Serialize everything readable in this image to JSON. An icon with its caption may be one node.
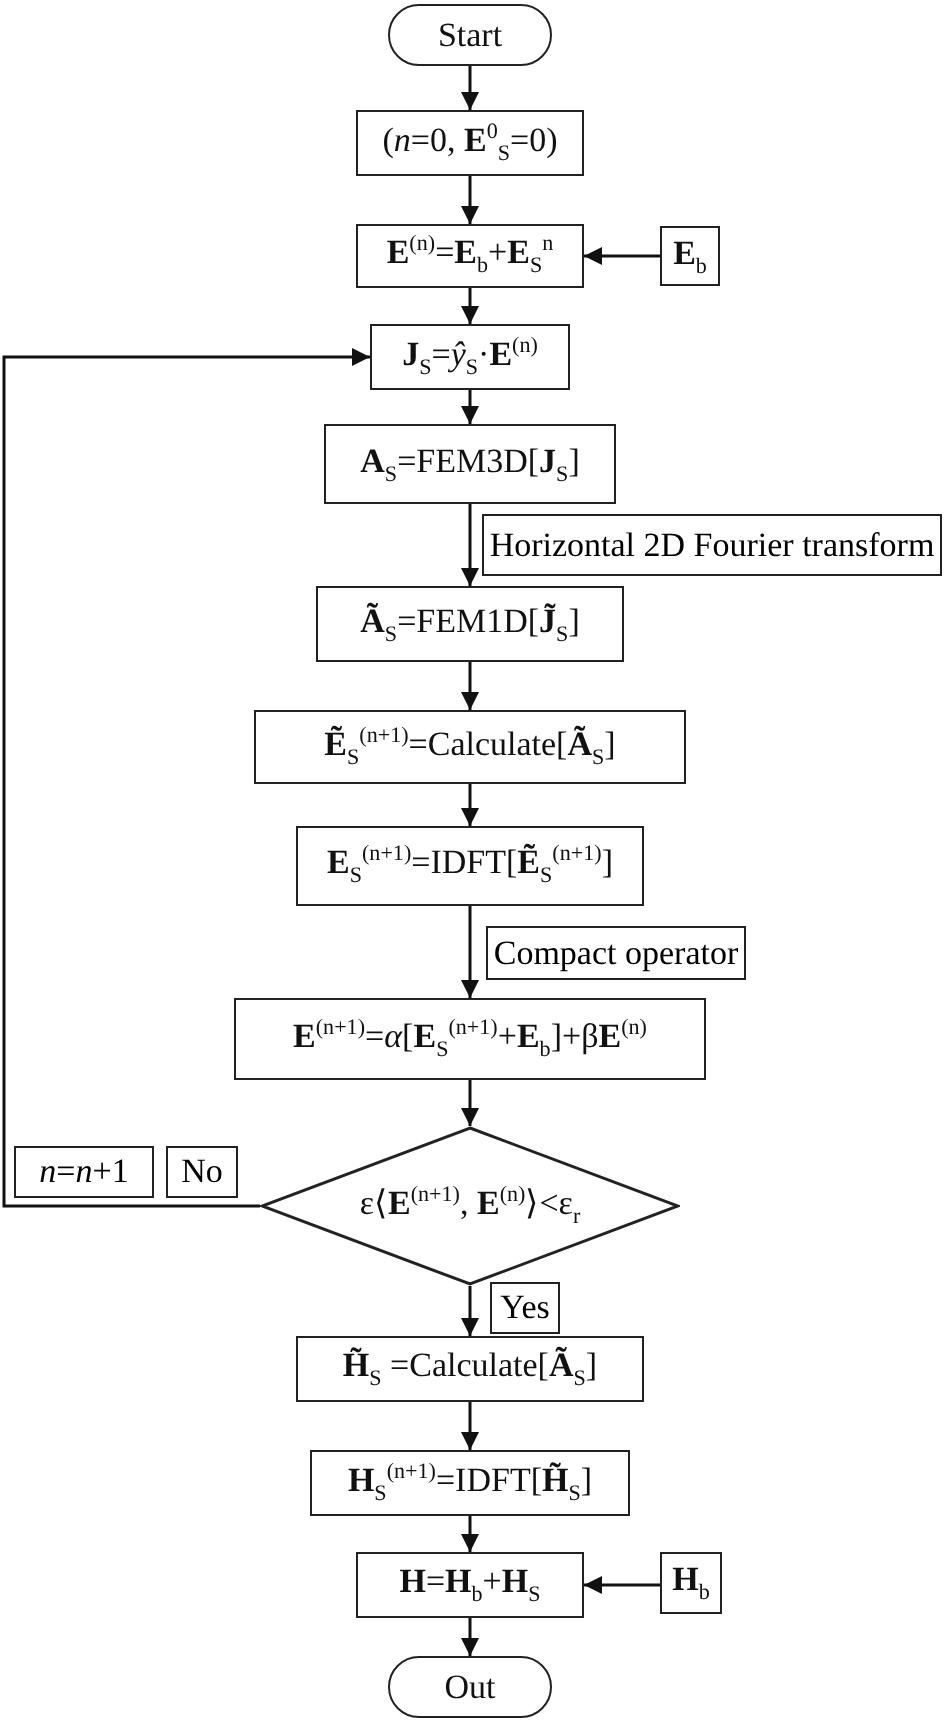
{
  "diagram": {
    "nodes": [
      {
        "text": [
          "Start"
        ]
      },
      {
        "text": [
          "(*n*=0, **E**$^{0}$$_{S}$=0)"
        ]
      },
      {
        "text": [
          "**E**$^{(n)}$=**E**$_{b}$+**E**$_{S}$$^{n}$"
        ]
      },
      {
        "text": [
          "**E**$_{b}$"
        ]
      },
      {
        "text": [
          "**J**$_{S}$=*ŷ*$_{S}$·**E**$^{(n)}$"
        ]
      },
      {
        "text": [
          "**A**$_{S}$=FEM3D[**J**$_{S}$]"
        ]
      },
      {
        "text": [
          "**Ã**$_{S}$=FEM1D[**J̃**$_{S}$]"
        ]
      },
      {
        "text": [
          "**Ẽ**$_{S}$$^{(n+1)}$=Calculate[**Ã**$_{S}$]"
        ]
      },
      {
        "text": [
          "**E**$_{S}$$^{(n+1)}$=IDFT[**Ẽ**$_{S}$$^{(n+1)}$]"
        ]
      },
      {
        "text": [
          "**E**$^{(n+1)}$=*α*[**E**$_{S}$$^{(n+1)}$+**E**$_{b}$]+β**E**$^{(n)}$"
        ]
      },
      {
        "text": [
          "ε⟨**E**$^{(n+1)}$, **E**$^{(n)}$⟩<ε$_{r}$"
        ]
      },
      {
        "text": [
          "**H̃**$_{S}$ =Calculate[**Ã**$_{S}$]"
        ]
      },
      {
        "text": [
          "**H**$_{S}$$^{(n+1)}$=IDFT[**H̃**$_{S}$]"
        ]
      },
      {
        "text": [
          "**H**=**H**$_{b}$+**H**$_{S}$"
        ]
      },
      {
        "text": [
          "**H**$_{b}$"
        ]
      },
      {
        "text": [
          "Out"
        ]
      }
    ],
    "edges": [
      {
        "from": 0,
        "to": 1,
        "arrow": "to"
      },
      {
        "from": 1,
        "to": 2,
        "arrow": "to"
      },
      {
        "from": 3,
        "to": 2,
        "arrow": "to"
      },
      {
        "from": 2,
        "to": 4,
        "arrow": "to"
      },
      {
        "from": 4,
        "to": 5,
        "arrow": "to"
      },
      {
        "from": 5,
        "to": 6,
        "arrow": "to",
        "label": "Horizontal 2D Fourier transform"
      },
      {
        "from": 6,
        "to": 7,
        "arrow": "to"
      },
      {
        "from": 7,
        "to": 8,
        "arrow": "to"
      },
      {
        "from": 8,
        "to": 9,
        "arrow": "to",
        "label": "Compact operator"
      },
      {
        "from": 9,
        "to": 10,
        "arrow": "to"
      },
      {
        "from": 10,
        "to": 4,
        "arrow": "to",
        "label": "No"
      },
      {
        "from": 10,
        "to": 11,
        "arrow": "to",
        "label": "Yes"
      },
      {
        "from": 11,
        "to": 12,
        "arrow": "to"
      },
      {
        "from": 12,
        "to": 13,
        "arrow": "to"
      },
      {
        "from": 14,
        "to": 13,
        "arrow": "to"
      },
      {
        "from": 13,
        "to": 15,
        "arrow": "to"
      }
    ],
    "labels": [
      "*n*=*n*+1"
    ]
  }
}
